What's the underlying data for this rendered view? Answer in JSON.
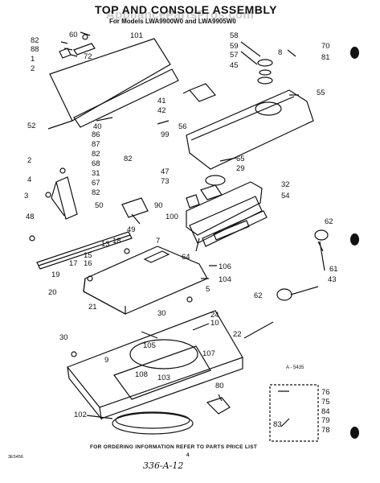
{
  "title": "TOP AND CONSOLE ASSEMBLY",
  "subtitle": "For Models LWA9900W0 and LWA9905W0",
  "watermark": "AppliancePartsPros.com",
  "footer_note": "FOR ORDERING INFORMATION REFER TO PARTS PRICE LIST",
  "page_number": "4",
  "doc_code": "3E5456",
  "handwritten_note": "336-A-12",
  "view_code": "A - 5435",
  "part_callouts": [
    "82",
    "60",
    "101",
    "88",
    "1",
    "72",
    "2",
    "52",
    "58",
    "59",
    "57",
    "45",
    "70",
    "8",
    "81",
    "55",
    "41",
    "42",
    "56",
    "40",
    "86",
    "87",
    "82",
    "99",
    "47",
    "82",
    "73",
    "65",
    "29",
    "32",
    "54",
    "2",
    "68",
    "4",
    "31",
    "67",
    "82",
    "3",
    "50",
    "90",
    "100",
    "62",
    "48",
    "49",
    "7",
    "18",
    "13",
    "15",
    "16",
    "17",
    "19",
    "20",
    "64",
    "106",
    "104",
    "5",
    "61",
    "43",
    "62",
    "21",
    "30",
    "24",
    "10",
    "22",
    "30",
    "9",
    "105",
    "107",
    "108",
    "103",
    "80",
    "76",
    "75",
    "84",
    "79",
    "78",
    "83",
    "102"
  ]
}
